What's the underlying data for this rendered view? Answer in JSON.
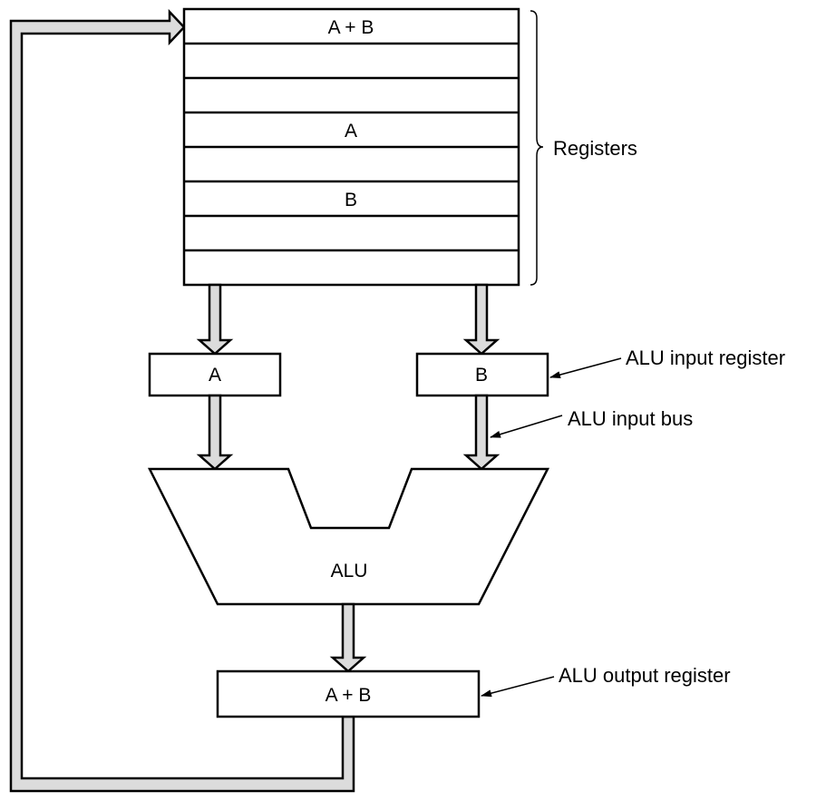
{
  "registers": {
    "label": "Registers",
    "rows": [
      "A + B",
      "",
      "",
      "A",
      "",
      "B",
      "",
      ""
    ]
  },
  "alu_input_a": "A",
  "alu_input_b": "B",
  "alu": "ALU",
  "alu_output": "A + B",
  "annotations": {
    "alu_input_register": "ALU input register",
    "alu_input_bus": "ALU input bus",
    "alu_output_register": "ALU output register"
  },
  "colors": {
    "bus_fill": "#dcdcdc",
    "stroke": "#000000"
  }
}
